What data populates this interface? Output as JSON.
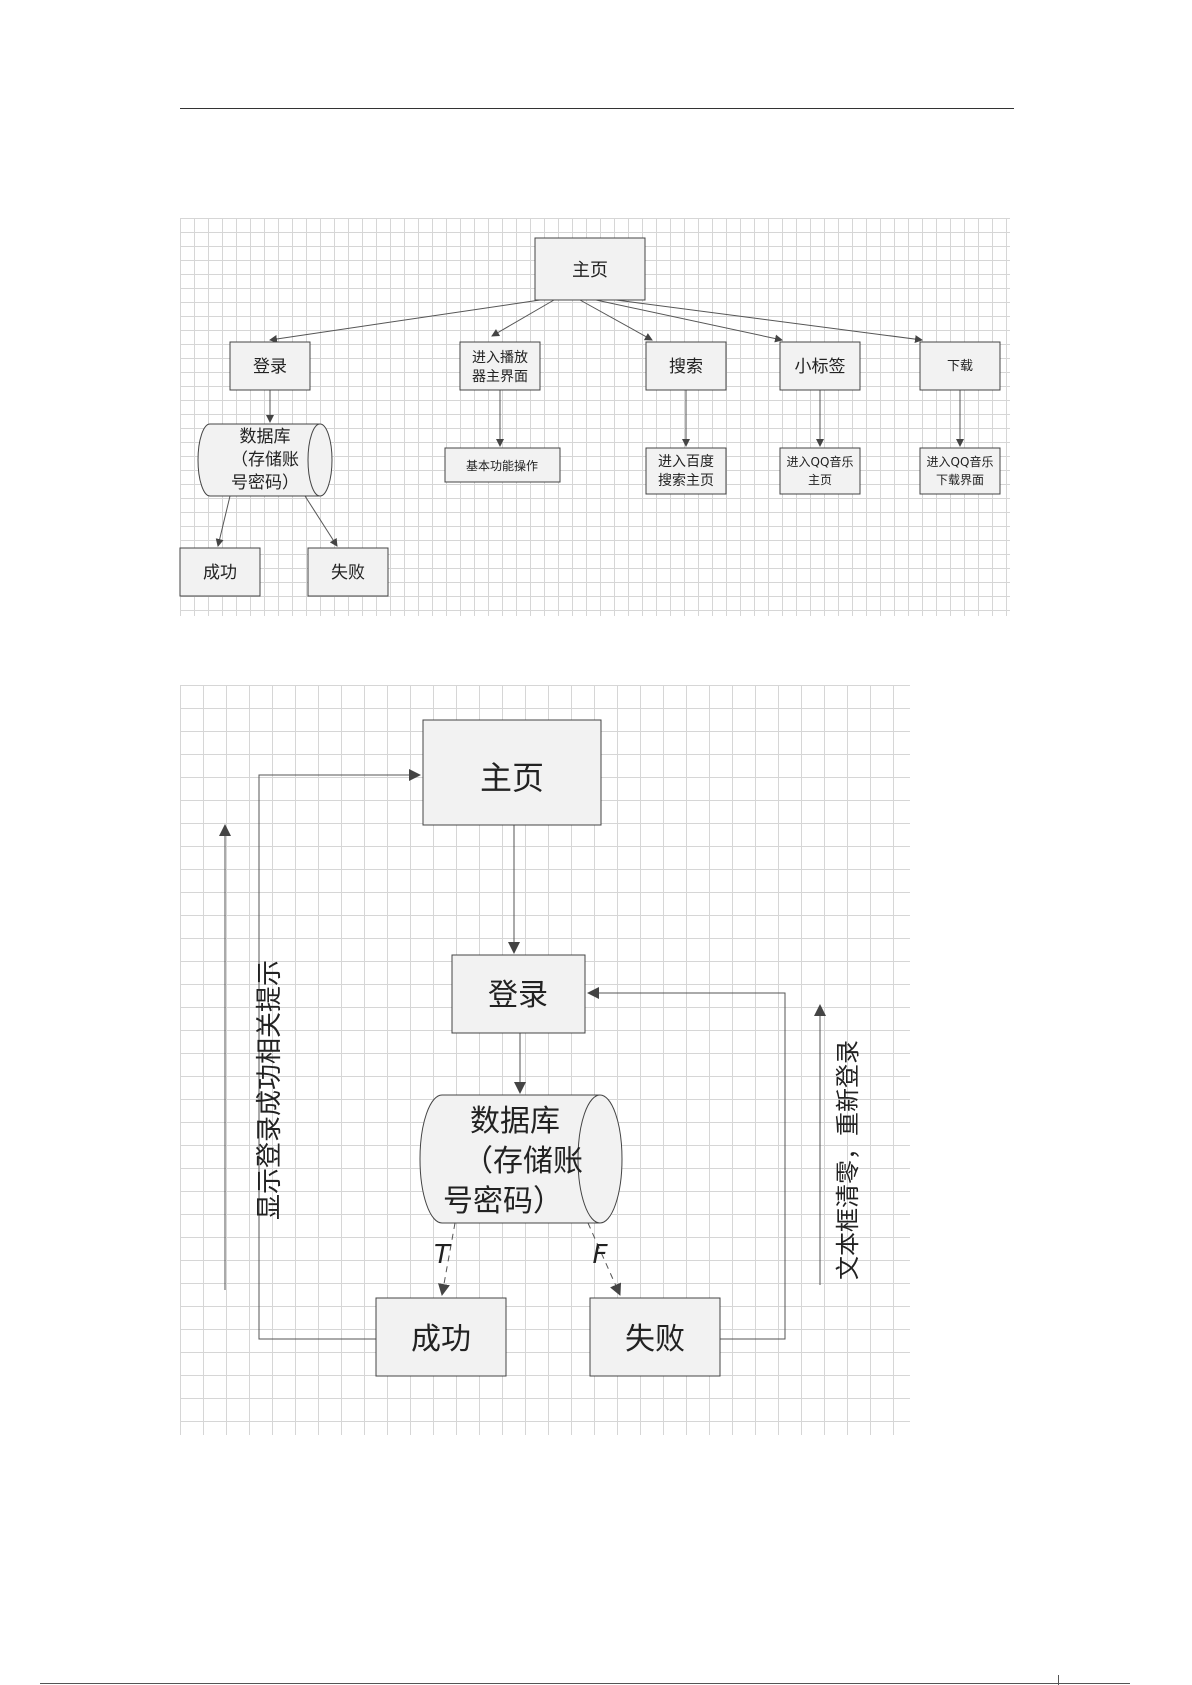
{
  "diagram1": {
    "home": "主页",
    "login": "登录",
    "player_line1": "进入播放",
    "player_line2": "器主界面",
    "search": "搜索",
    "tags": "小标签",
    "download": "下载",
    "db_line1": "数据库",
    "db_line2": "（存储账",
    "db_line3": "号密码）",
    "basic_ops": "基本功能操作",
    "baidu_line1": "进入百度",
    "baidu_line2": "搜索主页",
    "qq_home_line1": "进入QQ音乐",
    "qq_home_line2": "主页",
    "qq_dl_line1": "进入QQ音乐",
    "qq_dl_line2": "下载界面",
    "success": "成功",
    "failure": "失败"
  },
  "diagram2": {
    "home": "主页",
    "login": "登录",
    "db_line1": "数据库",
    "db_line2": "（存储账",
    "db_line3": "号密码）",
    "true_label": "T",
    "false_label": "F",
    "success": "成功",
    "failure": "失败",
    "left_note": "显示登录成功相关提示",
    "right_note": "文本框清零，重新登录"
  }
}
